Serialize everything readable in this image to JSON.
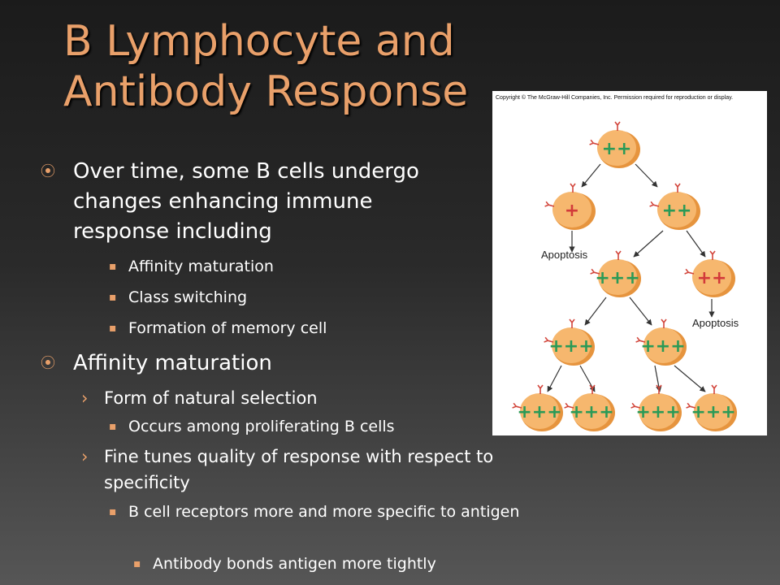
{
  "slide": {
    "title": "B Lymphocyte and Antibody Response",
    "bullets": [
      {
        "marker": "⦿",
        "text": "Over time, some B cells undergo changes enhancing immune response including"
      },
      {
        "marker": "▪",
        "text": "Affinity maturation"
      },
      {
        "marker": "▪",
        "text": "Class switching"
      },
      {
        "marker": "▪",
        "text": "Formation of memory cell"
      },
      {
        "marker": "⦿",
        "text": "Affinity maturation"
      },
      {
        "marker": "›",
        "text": "Form of natural selection"
      },
      {
        "marker": "▪",
        "text": "Occurs among proliferating B cells"
      },
      {
        "marker": "›",
        "text": "Fine tunes quality of response with respect to specificity"
      },
      {
        "marker": "▪",
        "text": "B cell receptors more and more specific to antigen"
      },
      {
        "marker": "▪",
        "text": "Antibody bonds antigen more tightly"
      }
    ]
  },
  "figure": {
    "copyright": "Copyright © The McGraw-Hill Companies, Inc. Permission required for reproduction or display.",
    "apoptosis_label": "Apoptosis",
    "cells": [
      "++",
      "+",
      "++",
      "+++",
      "++",
      "+++",
      "+++",
      "+++",
      "+++",
      "+++",
      "+++"
    ],
    "colors": {
      "cell_fill": "#f6b76e",
      "cell_edge": "#e6943e",
      "plus_green": "#2a9a57",
      "plus_red": "#d23a3a",
      "receptor": "#d2463c",
      "arrow": "#333333"
    }
  },
  "theme": {
    "accent": "#e9a06a"
  }
}
